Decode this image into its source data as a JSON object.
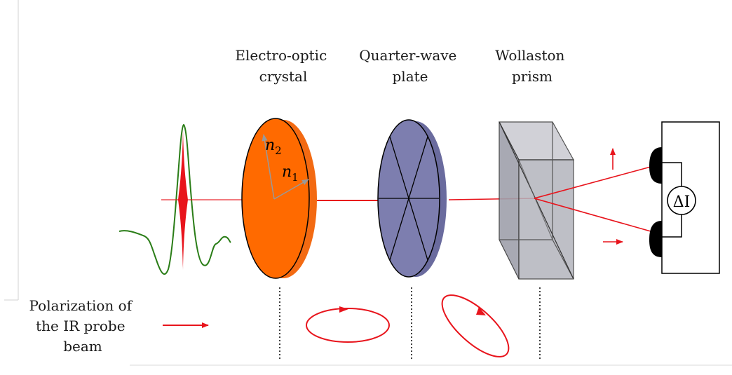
{
  "labels": {
    "eo_crystal": [
      "Electro-optic",
      "crystal"
    ],
    "qw_plate": [
      "Quarter-wave",
      "plate"
    ],
    "wollaston": [
      "Wollaston",
      "prism"
    ],
    "polarization": [
      "Polarization of",
      "the IR probe",
      "beam"
    ],
    "n2": "n",
    "n2_sub": "2",
    "n1": "n",
    "n1_sub": "1",
    "delta_i": "ΔI"
  },
  "colors": {
    "beam": "#e8141c",
    "waveform": "#2a7d17",
    "eo_crystal_face": "#ff6a00",
    "eo_crystal_edge": "#f36a12",
    "qw_plate_face": "#7d7eaf",
    "qw_plate_edge": "#6a6b9e",
    "prism": "#a5a6b0",
    "outline": "#000000"
  },
  "icons": [
    "linear-polarization-arrow-icon",
    "circular-polarization-icon",
    "elliptical-polarization-icon",
    "photodiode-icon"
  ]
}
